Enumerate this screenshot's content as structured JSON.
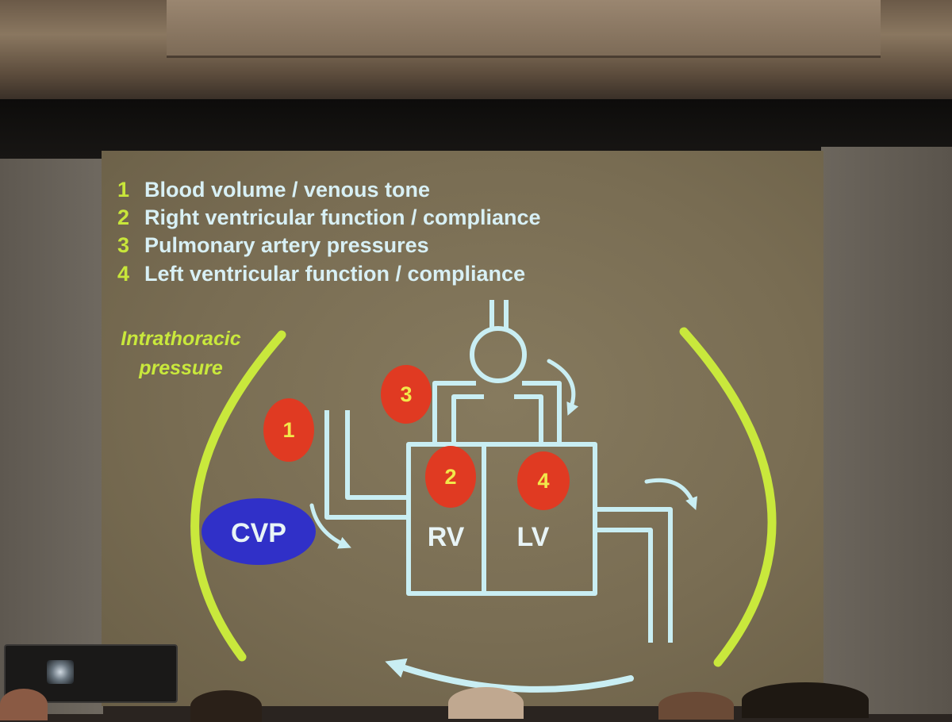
{
  "slide": {
    "list": [
      {
        "num": "1",
        "text": "Blood volume / venous tone"
      },
      {
        "num": "2",
        "text": "Right ventricular function / compliance"
      },
      {
        "num": "3",
        "text": "Pulmonary artery pressures"
      },
      {
        "num": "4",
        "text": "Left ventricular function / compliance"
      }
    ],
    "intrathoracic_line1": "Intrathoracic",
    "intrathoracic_line2": "pressure",
    "markers": [
      "1",
      "2",
      "3",
      "4"
    ],
    "cvp": "CVP",
    "rv": "RV",
    "lv": "LV"
  },
  "colors": {
    "list_number": "#c8e63a",
    "list_text": "#d8f0f5",
    "curve": "#c9e83c",
    "diagram_line": "#c9eef3",
    "marker_fill": "#e03a22",
    "marker_text": "#f2e84a",
    "cvp_fill": "#3030c8",
    "label_text": "#e8f4f6"
  }
}
